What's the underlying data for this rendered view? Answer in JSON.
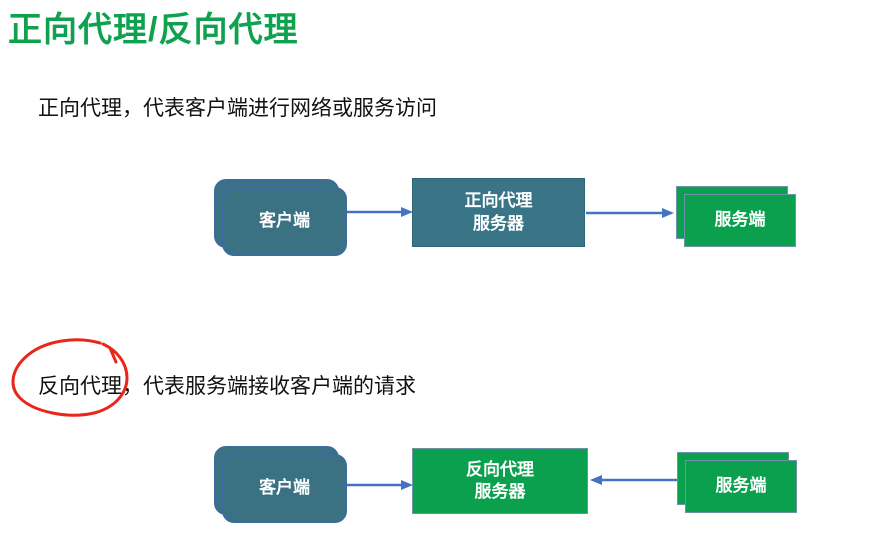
{
  "slide": {
    "title": "正向代理/反向代理",
    "forward": {
      "description": "正向代理，代表客户端进行网络或服务访问",
      "client": "客户端",
      "proxy": "正向代理\n服务器",
      "server": "服务端"
    },
    "reverse": {
      "description": "反向代理，代表服务端接收客户端的请求",
      "client": "客户端",
      "proxy": "反向代理\n服务器",
      "server": "服务端"
    }
  },
  "colors": {
    "title-green": "#0ea24f",
    "teal-fill": "#3a7183",
    "teal-border": "#3d6b9e",
    "proxy-teal": "#3a7587",
    "green-fill": "#0aa04e",
    "green-border": "#6e93a8",
    "arrow-blue": "#4472c4",
    "annotation-red": "#e8261a",
    "text-black": "#111111",
    "label-white": "#ffffff"
  }
}
